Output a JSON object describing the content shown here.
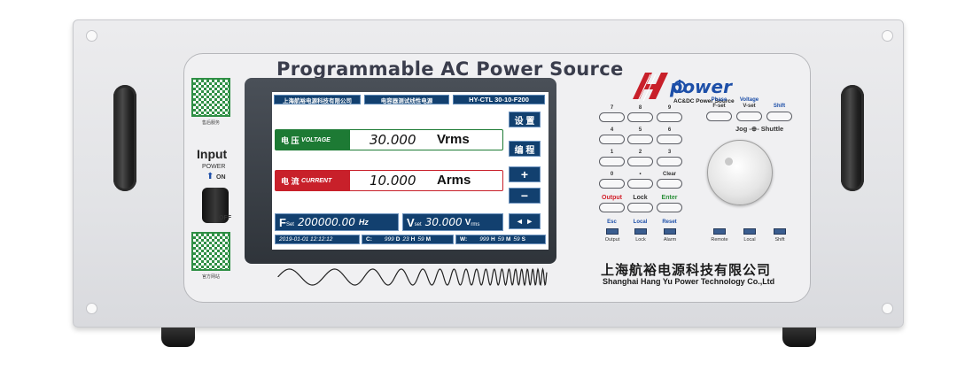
{
  "panel": {
    "title": "Programmable AC Power Source",
    "input_label": "Input",
    "power_label": "POWER",
    "on_label": "ON",
    "off_label": "OFF"
  },
  "qr": {
    "top_caption": "售后服务",
    "bottom_caption": "官方网站"
  },
  "screen": {
    "header": {
      "company": "上海航裕电源科技有限公司",
      "mode": "电容器测试线性电源",
      "model": "HY-CTL 30-10-F200"
    },
    "side_buttons": {
      "setup": "设 置",
      "program": "编 程",
      "plus": "+",
      "minus": "−",
      "arrows": "◄ ►"
    },
    "voltage": {
      "label_cn": "电 压",
      "label_en": "VOLTAGE",
      "value": "30.000",
      "unit": "Vrms"
    },
    "current": {
      "label_cn": "电 流",
      "label_en": "CURRENT",
      "value": "10.000",
      "unit": "Arms"
    },
    "fset": {
      "label": "F",
      "sub": "Set",
      "value": "200000.00",
      "unit": "Hz"
    },
    "vset": {
      "label": "V",
      "sub": "set",
      "value": "30.000",
      "unit": "V",
      "unit_sub": "rms"
    },
    "status": {
      "datetime": "2019-01-01 12:12:12",
      "c_label": "C:",
      "c_value": "999",
      "c_d": "D",
      "c_hours": "23",
      "c_h": "H",
      "c_minutes": "59",
      "c_m": "M",
      "w_label": "W:",
      "w_value": "999",
      "w_h": "H",
      "w_minutes": "59",
      "w_m": "M",
      "w_seconds": "59",
      "w_s": "S"
    }
  },
  "logo": {
    "brand": "power",
    "tagline": "AC&DC Power Source"
  },
  "keypad": {
    "row1": [
      "7",
      "8",
      "9"
    ],
    "row2": [
      "4",
      "5",
      "6"
    ],
    "row3": [
      "1",
      "2",
      "3"
    ],
    "row4": [
      "0",
      "•",
      "Clear"
    ],
    "row5": [
      "Output",
      "Lock",
      "Enter"
    ],
    "row6": [
      "Esc",
      "Local",
      "Reset"
    ],
    "function_keys": {
      "phase_top": "Phase",
      "phase_bottom": "F-set",
      "voltage_top": "Voltage",
      "voltage_bottom": "V-set",
      "shift": "Shift"
    },
    "jog": "Jog -⊕- Shuttle"
  },
  "indicators": {
    "left": [
      "Output",
      "Lock",
      "Alarm"
    ],
    "right": [
      "Remote",
      "Local",
      "Shift"
    ]
  },
  "company": {
    "cn": "上海航裕电源科技有限公司",
    "en": "Shanghai Hang Yu Power Technology Co.,Ltd"
  },
  "colors": {
    "screen_blue": "#12406f",
    "voltage_green": "#1d7a34",
    "current_red": "#c8202a",
    "output_red": "#d21f2a",
    "enter_green": "#2c8f3a",
    "logo_red": "#c8202a",
    "logo_blue": "#1d4fa8"
  }
}
